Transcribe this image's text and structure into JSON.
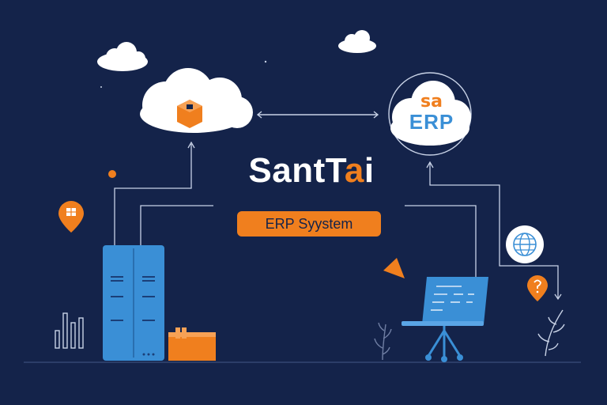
{
  "brand": {
    "name_part1": "SantT",
    "name_accent": "a",
    "name_part2": "i",
    "subtitle": "ERP Syystem"
  },
  "erp_logo": {
    "mark": "sa",
    "word": "ERP"
  },
  "colors": {
    "background": "#14234a",
    "accent_orange": "#f07f1e",
    "accent_blue": "#3a8fd6",
    "cloud_white": "#ffffff",
    "line_white": "#c8d2e6"
  },
  "icons": [
    "cloud-icon",
    "box-icon",
    "server-cabinet-icon",
    "laptop-icon",
    "globe-icon",
    "map-pin-icon",
    "question-pin-icon",
    "plant-icon",
    "bar-chart-icon",
    "arrow-icon"
  ]
}
